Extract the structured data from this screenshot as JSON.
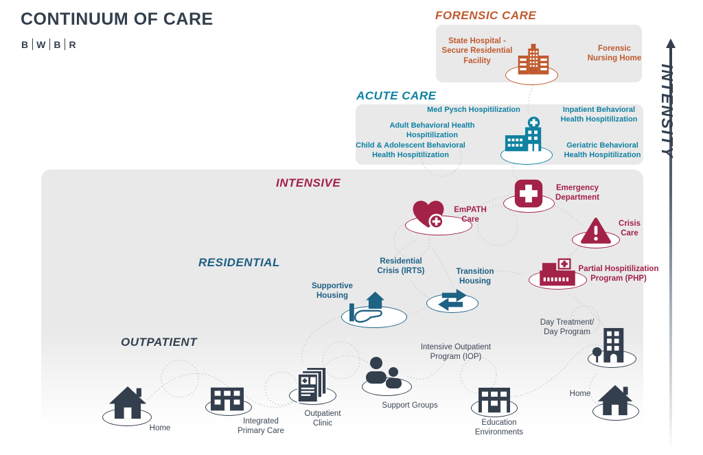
{
  "header": {
    "title": "CONTINUUM OF CARE"
  },
  "brand": {
    "letters": [
      "B",
      "W",
      "B",
      "R"
    ]
  },
  "intensity": {
    "label": "INTENSITY"
  },
  "levels": {
    "forensic": "FORENSIC CARE",
    "acute": "ACUTE CARE",
    "intensive": "INTENSIVE",
    "residential": "RESIDENTIAL",
    "outpatient": "OUTPATIENT"
  },
  "forensic": {
    "state_hospital": "State Hospital -\nSecure Residential\nFacility",
    "nursing_home": "Forensic\nNursing Home",
    "icon": "secure-hospital-icon"
  },
  "acute": {
    "med_psych": "Med Pysch Hospitilization",
    "adult": "Adult Behavioral Health\nHospitilization",
    "child": "Child & Adolescent Behavioral\nHealth Hospitilization",
    "inpatient": "Inpatient Behavioral\nHealth Hospitilization",
    "geriatric": "Geriatric Behavioral\nHealth Hospitilization",
    "icon": "hospital-icon"
  },
  "nodes": {
    "empath": {
      "label": "EmPATH\nCare",
      "icon": "heart-cross-icon"
    },
    "emergency": {
      "label": "Emergency\nDepartment",
      "icon": "first-aid-cross-icon"
    },
    "crisis": {
      "label": "Crisis\nCare",
      "icon": "warning-triangle-icon"
    },
    "php": {
      "label": "Partial Hospitilization\nProgram (PHP)",
      "icon": "medical-building-icon"
    },
    "residential_crisis": {
      "label": "Residential\nCrisis (IRTS)"
    },
    "transition": {
      "label": "Transition\nHousing",
      "icon": "transfer-arrows-icon"
    },
    "supportive": {
      "label": "Supportive\nHousing",
      "icon": "hand-house-icon"
    },
    "day_treatment": {
      "label": "Day Treatment/\nDay Program",
      "icon": "apartment-building-icon"
    },
    "iop": {
      "label": "Intensive Outpatient\nProgram (IOP)"
    },
    "support_groups": {
      "label": "Support Groups",
      "icon": "people-group-icon"
    },
    "outpatient_clinic": {
      "label": "Outpatient\nClinic",
      "icon": "medical-documents-icon"
    },
    "integrated_primary": {
      "label": "Integrated\nPrimary Care",
      "icon": "clinic-building-icon"
    },
    "home_left": {
      "label": "Home",
      "icon": "house-icon"
    },
    "education": {
      "label": "Education\nEnvironments",
      "icon": "school-building-icon"
    },
    "home_right": {
      "label": "Home",
      "icon": "house-icon"
    }
  },
  "colors": {
    "slate": "#333f4d",
    "orange": "#c05a2e",
    "teal": "#0f81a0",
    "navy": "#1e5f82",
    "crimson": "#a32247",
    "panel_gray": "#e9e9ea"
  }
}
